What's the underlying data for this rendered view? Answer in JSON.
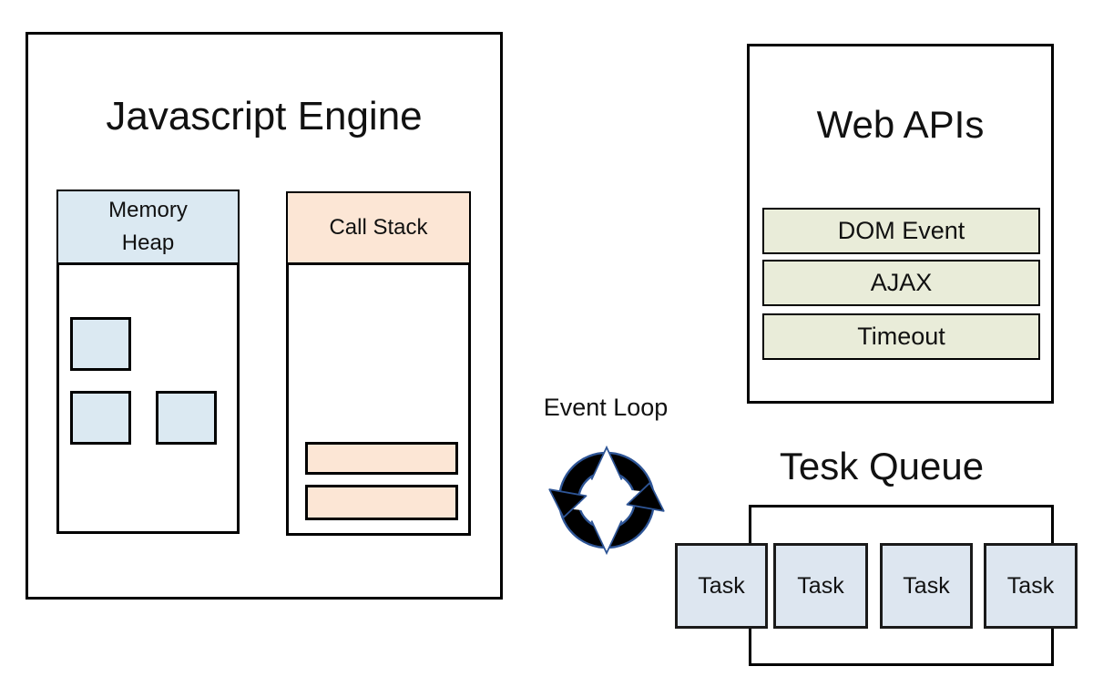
{
  "js_engine": {
    "title": "Javascript Engine",
    "memory_heap": {
      "label": "Memory\nHeap",
      "object_square_count": 3
    },
    "call_stack": {
      "label": "Call Stack",
      "frame_count": 2
    }
  },
  "event_loop": {
    "label": "Event Loop",
    "icon": "cycle-arrows-icon"
  },
  "web_apis": {
    "title": "Web APIs",
    "items": [
      "DOM Event",
      "AJAX",
      "Timeout"
    ]
  },
  "task_queue": {
    "title": "Tesk Queue",
    "tasks": [
      "Task",
      "Task",
      "Task",
      "Task"
    ]
  },
  "colors": {
    "background": "#ffffff",
    "text": "#111111",
    "border": "#000000",
    "heap_fill": "#dbe9f2",
    "stack_fill": "#fce6d5",
    "api_fill": "#e9ecd9",
    "task_fill": "#dde6f0",
    "loop_fill": "#000000",
    "loop_outline": "#2e5596"
  }
}
